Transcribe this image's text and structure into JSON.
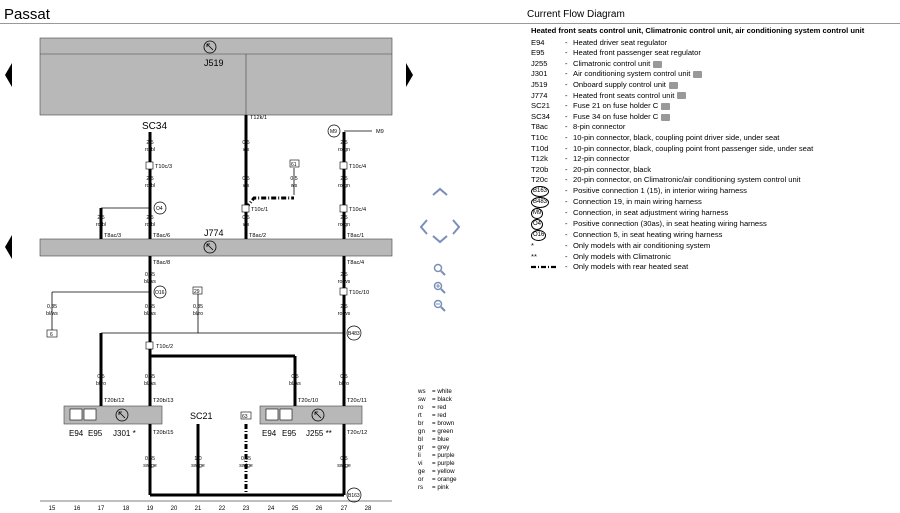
{
  "header": {
    "title": "Passat",
    "subtitle": "Current Flow Diagram"
  },
  "diagram": {
    "components": {
      "j519": "J519",
      "j774": "J774",
      "sc34": "SC34",
      "sc21": "SC21",
      "e94a": "E94",
      "e95a": "E95",
      "j301": "J301 *",
      "e94b": "E94",
      "e95b": "E95",
      "j255": "J255 **"
    },
    "connectors": {
      "t12k1": "T12k/1",
      "m9": "M9",
      "t10c3": "T10c/3",
      "t10c4a": "T10c/4",
      "t10c1": "T10c/1",
      "t10c4b": "T10c/4",
      "t8ac3": "T8ac/3",
      "t8ac6": "T8ac/6",
      "t8ac2": "T8ac/2",
      "t8ac1": "T8ac/1",
      "t8ac8": "T8ac/8",
      "t8ac4": "T8ac/4",
      "o16": "O16",
      "b483": "B483",
      "t10c2": "T10c/2",
      "t10c10": "T10c/10",
      "t20b12": "T20b/12",
      "t20b13": "T20b/13",
      "t20b15": "T20b/15",
      "t20c10": "T20c/10",
      "t20c11": "T20c/11",
      "t20c12": "T20c/12",
      "b163": "B163",
      "o4": "O4",
      "b61": "61",
      "b29": "29",
      "b6": "6",
      "b63": "63"
    },
    "wires": [
      {
        "size": "2,5",
        "color": "ro/bl"
      },
      {
        "size": "2,5",
        "color": "ro/bl"
      },
      {
        "size": "0,5",
        "color": "ws"
      },
      {
        "size": "0,5",
        "color": "ws"
      },
      {
        "size": "2,5",
        "color": "ro/gn"
      },
      {
        "size": "2,5",
        "color": "ro/gn"
      },
      {
        "size": "2,5",
        "color": "ro/bl"
      },
      {
        "size": "2,5",
        "color": "ro/bl"
      },
      {
        "size": "0,5",
        "color": "ws"
      },
      {
        "size": "2,5",
        "color": "ro/gn"
      },
      {
        "size": "0,35",
        "color": "bl/ws"
      },
      {
        "size": "2,5",
        "color": "ro/ws"
      },
      {
        "size": "0,35",
        "color": "bl/ws"
      },
      {
        "size": "0,35",
        "color": "bl/ws"
      },
      {
        "size": "0,35",
        "color": "bl/ro"
      },
      {
        "size": "2,5",
        "color": "ro/ws"
      },
      {
        "size": "0,5",
        "color": "bl/ro"
      },
      {
        "size": "0,35",
        "color": "bl/ws"
      },
      {
        "size": "0,5",
        "color": "bl/ws"
      },
      {
        "size": "0,5",
        "color": "bl/ro"
      },
      {
        "size": "0,35",
        "color": "sw/ge"
      },
      {
        "size": "1,0",
        "color": "sw/ge"
      },
      {
        "size": "0,35",
        "color": "sw/ge"
      },
      {
        "size": "0,5",
        "color": "sw/ge"
      },
      {
        "size": "0,5",
        "color": "ws"
      }
    ],
    "columns": [
      "15",
      "16",
      "17",
      "18",
      "19",
      "20",
      "21",
      "22",
      "23",
      "24",
      "25",
      "26",
      "27",
      "28"
    ]
  },
  "legend": {
    "heading": "Heated front seats control unit, Climatronic control unit, air conditioning system control unit",
    "items": [
      {
        "code": "E94",
        "desc": "Heated driver seat regulator"
      },
      {
        "code": "E95",
        "desc": "Heated front passenger seat regulator"
      },
      {
        "code": "J255",
        "desc": "Climatronic control unit"
      },
      {
        "code": "J301",
        "desc": "Air conditioning system control unit"
      },
      {
        "code": "J519",
        "desc": "Onboard supply control unit"
      },
      {
        "code": "J774",
        "desc": "Heated front seats control unit"
      },
      {
        "code": "SC21",
        "desc": "Fuse 21 on fuse holder C"
      },
      {
        "code": "SC34",
        "desc": "Fuse 34 on fuse holder C"
      },
      {
        "code": "T8ac",
        "desc": "8-pin connector"
      },
      {
        "code": "T10c",
        "desc": "10-pin connector, black, coupling point driver side, under seat"
      },
      {
        "code": "T10d",
        "desc": "10-pin connector, black, coupling point front passenger side, under seat"
      },
      {
        "code": "T12k",
        "desc": "12-pin connector"
      },
      {
        "code": "T20b",
        "desc": "20-pin connector, black"
      },
      {
        "code": "T20c",
        "desc": "20-pin connector, on Climatronic/air conditioning system control unit"
      },
      {
        "code": "B163",
        "desc": "Positive connection 1 (15), in interior wiring harness"
      },
      {
        "code": "B483",
        "desc": "Connection 19, in main wiring harness"
      },
      {
        "code": "M9",
        "desc": "Connection, in seat adjustment wiring harness"
      },
      {
        "code": "O4",
        "desc": "Positive connection (30as), in seat heating wiring harness"
      },
      {
        "code": "O16",
        "desc": "Connection 5, in seat heating wiring harness"
      },
      {
        "code": "*",
        "desc": "Only models with air conditioning system"
      },
      {
        "code": "**",
        "desc": "Only models with Climatronic"
      },
      {
        "code": "",
        "desc": "Only models with rear heated seat"
      }
    ]
  },
  "colors": [
    {
      "code": "ws",
      "name": "white"
    },
    {
      "code": "sw",
      "name": "black"
    },
    {
      "code": "ro",
      "name": "red"
    },
    {
      "code": "rt",
      "name": "red"
    },
    {
      "code": "br",
      "name": "brown"
    },
    {
      "code": "gn",
      "name": "green"
    },
    {
      "code": "bl",
      "name": "blue"
    },
    {
      "code": "gr",
      "name": "grey"
    },
    {
      "code": "li",
      "name": "purple"
    },
    {
      "code": "vi",
      "name": "purple"
    },
    {
      "code": "ge",
      "name": "yellow"
    },
    {
      "code": "or",
      "name": "orange"
    },
    {
      "code": "rs",
      "name": "pink"
    }
  ]
}
